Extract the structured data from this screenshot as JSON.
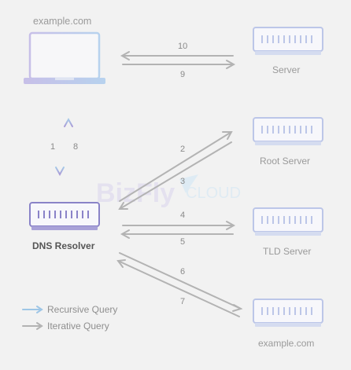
{
  "client": {
    "label": "example.com"
  },
  "resolver": {
    "label": "DNS Resolver"
  },
  "servers": {
    "server": "Server",
    "root": "Root Server",
    "tld": "TLD Server",
    "authoritative": "example.com"
  },
  "steps": {
    "s1": "1",
    "s2": "2",
    "s3": "3",
    "s4": "4",
    "s5": "5",
    "s6": "6",
    "s7": "7",
    "s8": "8",
    "s9": "9",
    "s10": "10"
  },
  "legend": {
    "recursive": "Recursive Query",
    "iterative": "Iterative Query"
  },
  "watermark": {
    "text_main": "BizFly",
    "text_cloud": "CLOUD"
  },
  "colors": {
    "recursive_arrow": "#9ec6e6",
    "iterative_arrow": "#b3b3b3",
    "server_border": "#b9c2e6",
    "resolver_border": "#8a83c8"
  }
}
